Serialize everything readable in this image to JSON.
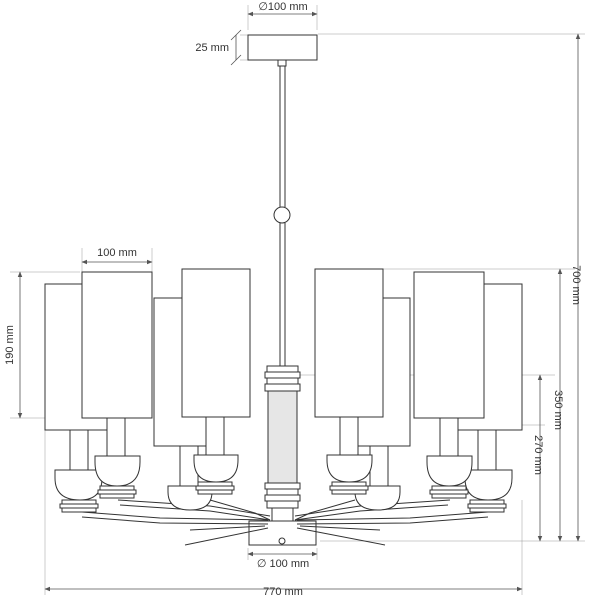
{
  "dimensions": {
    "canopy_diameter": "∅100 mm",
    "canopy_height": "25 mm",
    "shade_width": "100 mm",
    "shade_height": "190 mm",
    "total_height": "700 mm",
    "body_height": "350 mm",
    "lower_height": "270 mm",
    "bottom_diameter": "∅ 100 mm",
    "total_width": "770 mm"
  },
  "colors": {
    "line": "#333333",
    "guide": "#999999",
    "glass": "#e6e6e6"
  }
}
